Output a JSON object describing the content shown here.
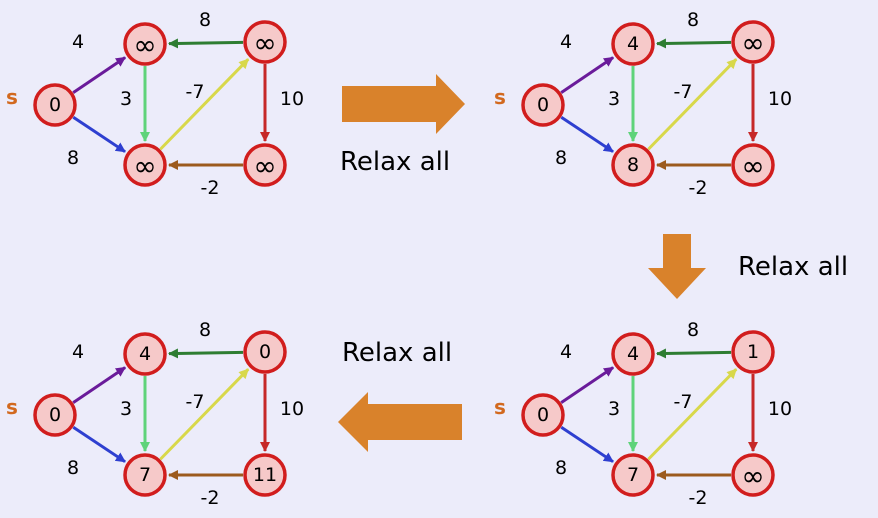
{
  "colors": {
    "background": "#ececfa",
    "node_fill": "#f6c9c9",
    "node_stroke": "#d11d1d",
    "source_label": "#d2691e",
    "step_arrow": "#d9822b",
    "edge_purple": "#6a1b9a",
    "edge_blue": "#2e3fd0",
    "edge_green_light": "#5fd37a",
    "edge_yellow": "#d8d84a",
    "edge_green_dark": "#2e7d32",
    "edge_red": "#c62828",
    "edge_brown": "#9c5a1e"
  },
  "graph": {
    "source_label": "s",
    "edges": [
      {
        "from": "S",
        "to": "A",
        "weight": "4",
        "color": "edge_purple"
      },
      {
        "from": "S",
        "to": "B",
        "weight": "8",
        "color": "edge_blue"
      },
      {
        "from": "A",
        "to": "B",
        "weight": "3",
        "color": "edge_green_light"
      },
      {
        "from": "B",
        "to": "C",
        "weight": "-7",
        "color": "edge_yellow"
      },
      {
        "from": "C",
        "to": "A",
        "weight": "8",
        "color": "edge_green_dark"
      },
      {
        "from": "C",
        "to": "D",
        "weight": "10",
        "color": "edge_red"
      },
      {
        "from": "D",
        "to": "B",
        "weight": "-2",
        "color": "edge_brown"
      }
    ]
  },
  "panels": [
    {
      "id": "p1",
      "distances": {
        "S": "0",
        "A": "∞",
        "B": "∞",
        "C": "∞",
        "D": "∞"
      }
    },
    {
      "id": "p2",
      "distances": {
        "S": "0",
        "A": "4",
        "B": "8",
        "C": "∞",
        "D": "∞"
      }
    },
    {
      "id": "p3",
      "distances": {
        "S": "0",
        "A": "4",
        "B": "7",
        "C": "1",
        "D": "∞"
      }
    },
    {
      "id": "p4",
      "distances": {
        "S": "0",
        "A": "4",
        "B": "7",
        "C": "0",
        "D": "11"
      }
    }
  ],
  "steps": [
    {
      "label": "Relax all",
      "direction": "right"
    },
    {
      "label": "Relax all",
      "direction": "down"
    },
    {
      "label": "Relax all",
      "direction": "left"
    }
  ]
}
